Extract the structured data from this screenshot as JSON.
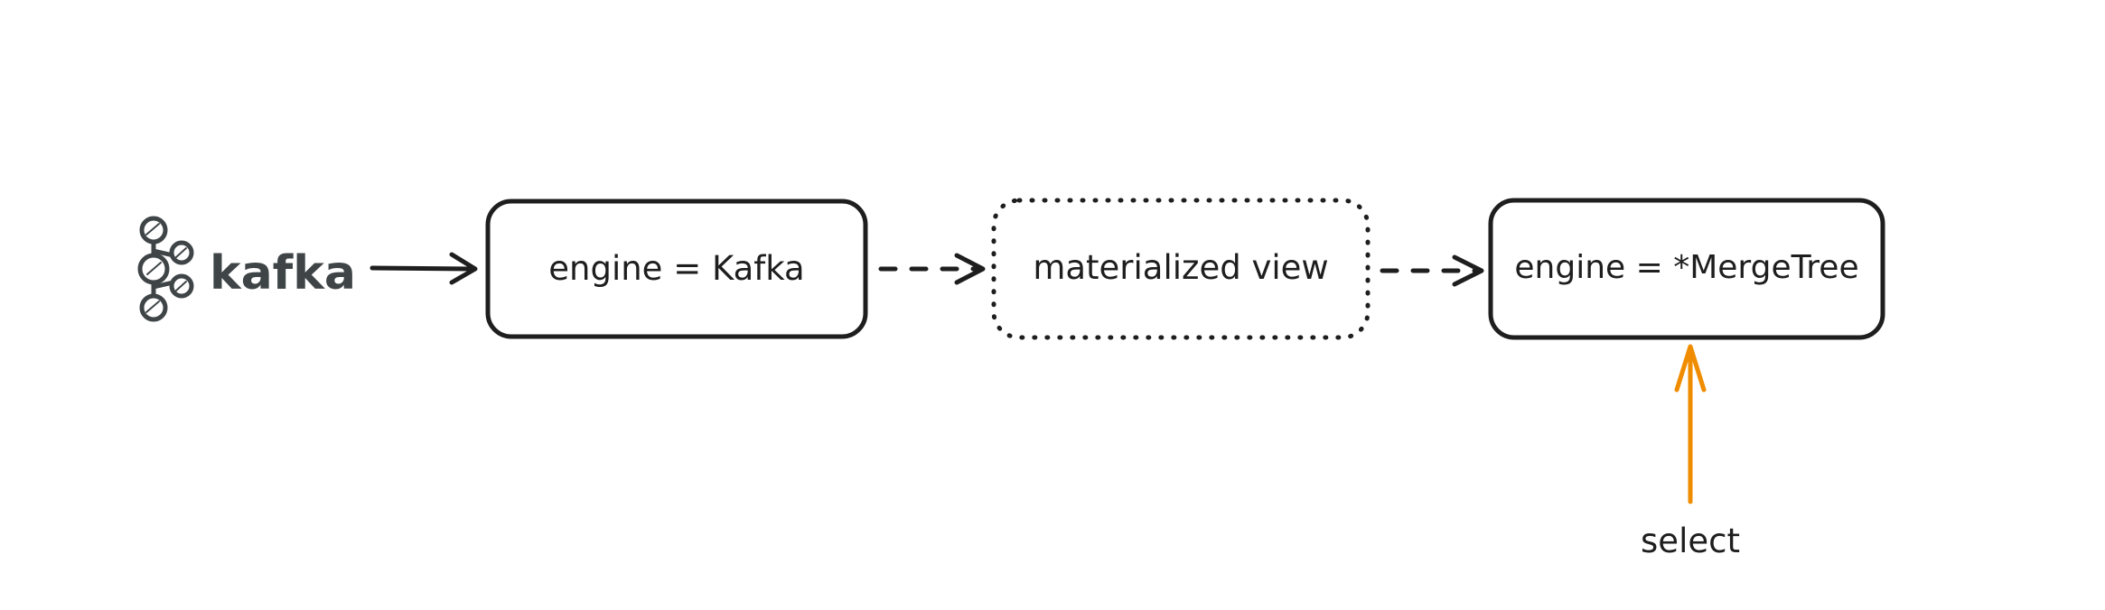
{
  "diagram": {
    "source": {
      "logo_icon": "kafka-logo-icon",
      "logo_text": "kafka"
    },
    "nodes": [
      {
        "id": "kafka-engine",
        "label": "engine = Kafka",
        "style": "solid"
      },
      {
        "id": "materialized-view",
        "label": "materialized view",
        "style": "dotted"
      },
      {
        "id": "mergetree-engine",
        "label": "engine = *MergeTree",
        "style": "solid"
      }
    ],
    "edges": [
      {
        "from": "kafka-logo",
        "to": "kafka-engine",
        "style": "solid"
      },
      {
        "from": "kafka-engine",
        "to": "materialized-view",
        "style": "dashed"
      },
      {
        "from": "materialized-view",
        "to": "mergetree-engine",
        "style": "dashed"
      },
      {
        "from": "select-query",
        "to": "mergetree-engine",
        "style": "solid"
      }
    ],
    "query_label": "select",
    "colors": {
      "stroke": "#1e1e1e",
      "logo_gray": "#3f4547",
      "query_arrow": "#f08c00",
      "background": "#ffffff"
    }
  }
}
